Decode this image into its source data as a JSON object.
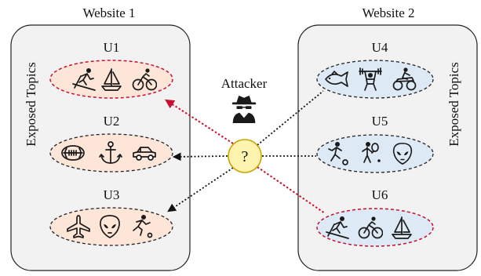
{
  "website1": {
    "title": "Website 1",
    "side_label": "Exposed Topics",
    "users": [
      {
        "label": "U1",
        "topics": [
          "cross-country-skiing-icon",
          "sailboat-icon",
          "cycling-icon"
        ],
        "highlighted": true
      },
      {
        "label": "U2",
        "topics": [
          "american-football-icon",
          "anchor-icon",
          "car-icon"
        ],
        "highlighted": false
      },
      {
        "label": "U3",
        "topics": [
          "airplane-icon",
          "alien-icon",
          "running-icon"
        ],
        "highlighted": false
      }
    ]
  },
  "website2": {
    "title": "Website 2",
    "side_label": "Exposed Topics",
    "users": [
      {
        "label": "U4",
        "topics": [
          "fish-icon",
          "weightlifting-icon",
          "atv-icon"
        ],
        "highlighted": false
      },
      {
        "label": "U5",
        "topics": [
          "soccer-icon",
          "tennis-icon",
          "alien-icon"
        ],
        "highlighted": false
      },
      {
        "label": "U6",
        "topics": [
          "cross-country-skiing-icon",
          "cycling-icon",
          "sailboat-icon"
        ],
        "highlighted": true
      }
    ]
  },
  "attacker": {
    "label": "Attacker",
    "icon": "spy-icon",
    "query_symbol": "?"
  },
  "colors": {
    "panel_fill": "#f2f2f2",
    "website1_ellipse_fill": "#fde6d8",
    "website2_ellipse_fill": "#dde9f5",
    "highlight_stroke": "#c8102e",
    "link_stroke": "#111111",
    "query_fill": "#fff3b0",
    "query_stroke": "#c9a400"
  }
}
